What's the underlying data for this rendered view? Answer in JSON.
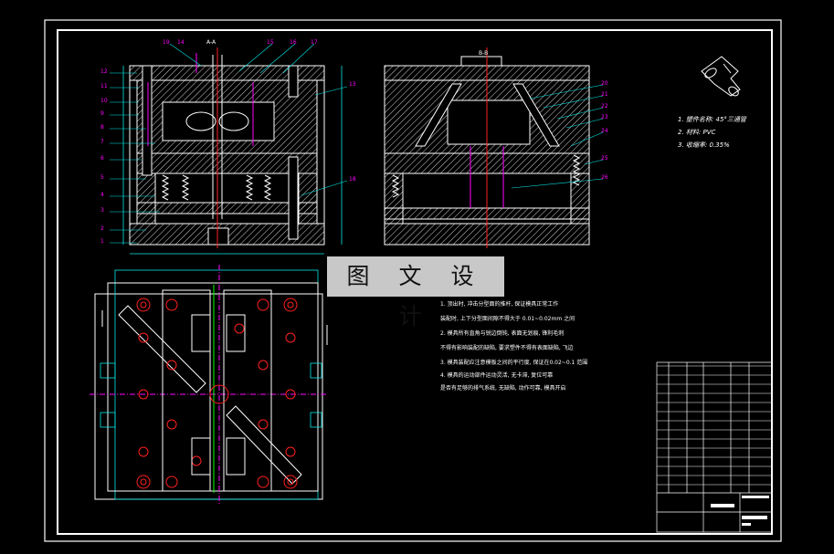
{
  "overlay_title": "图 文 设 计",
  "section_labels": {
    "left": "A-A",
    "right": "B-B"
  },
  "left_view_callouts": [
    "19",
    "14",
    "15",
    "16",
    "17",
    "12",
    "11",
    "10",
    "9",
    "8",
    "7",
    "6",
    "5",
    "4",
    "3",
    "2",
    "1",
    "13",
    "18"
  ],
  "right_view_callouts": [
    "20",
    "21",
    "22",
    "23",
    "24",
    "25",
    "26"
  ],
  "part_specs": [
    "1. 塑件名称: 45°三通管",
    "2. 材料: PVC",
    "3. 收缩率: 0.35%"
  ],
  "tech_notes": [
    "1. 顶出时, 冲击分型面的推杆, 保证模具正常工作",
    "装配时, 上下分型面间隙不得大于 0.01~0.02mm 之间",
    "2. 模具所有直角与锐边倒钝, 表面无划痕, 锋利毛刺",
    "不得有影响装配的缺陷, 要求塑件不得有表面缺陷, 飞边",
    "3. 模具装配应注意模板之间的平行度, 保证在0.02~0.1 范围",
    "4. 模具的运动部件运动灵活, 无卡滞, 复位可靠",
    "是否有足够的排气系统, 无缺陷, 动作可靠, 模具开启"
  ],
  "colors": {
    "line": "#ffffff",
    "section": "#ffffff",
    "hatch": "#d8d8d8",
    "cyan": "#00e8e8",
    "magenta": "#ff00ff",
    "red": "#ff2020",
    "green": "#00ff00",
    "yellow": "#ffff00",
    "blue": "#5050ff"
  }
}
